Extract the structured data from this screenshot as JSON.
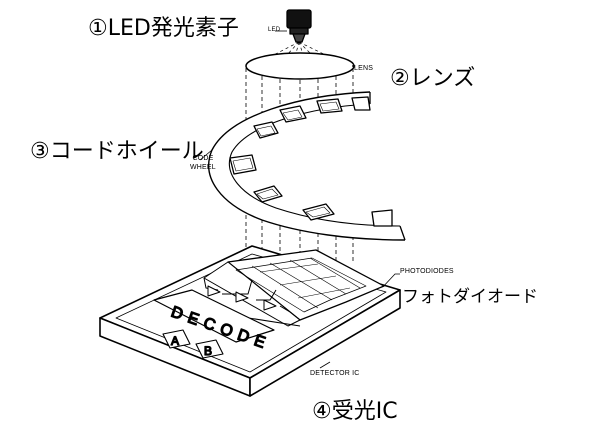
{
  "labels": {
    "led": "①LED発光素子",
    "lens": "②レンズ",
    "code_wheel": "③コードホイール",
    "photodiode": "フォトダイオード",
    "receiver_ic": "④受光IC"
  },
  "small_labels": {
    "led": "LED",
    "lens": "LENS",
    "code": "CODE",
    "wheel": "WHEEL",
    "photodiodes": "PHOTODIODES",
    "detector_ic": "DETECTOR IC"
  },
  "chip": {
    "decode": "DECODE",
    "channel_a": "A",
    "channel_b": "B"
  }
}
